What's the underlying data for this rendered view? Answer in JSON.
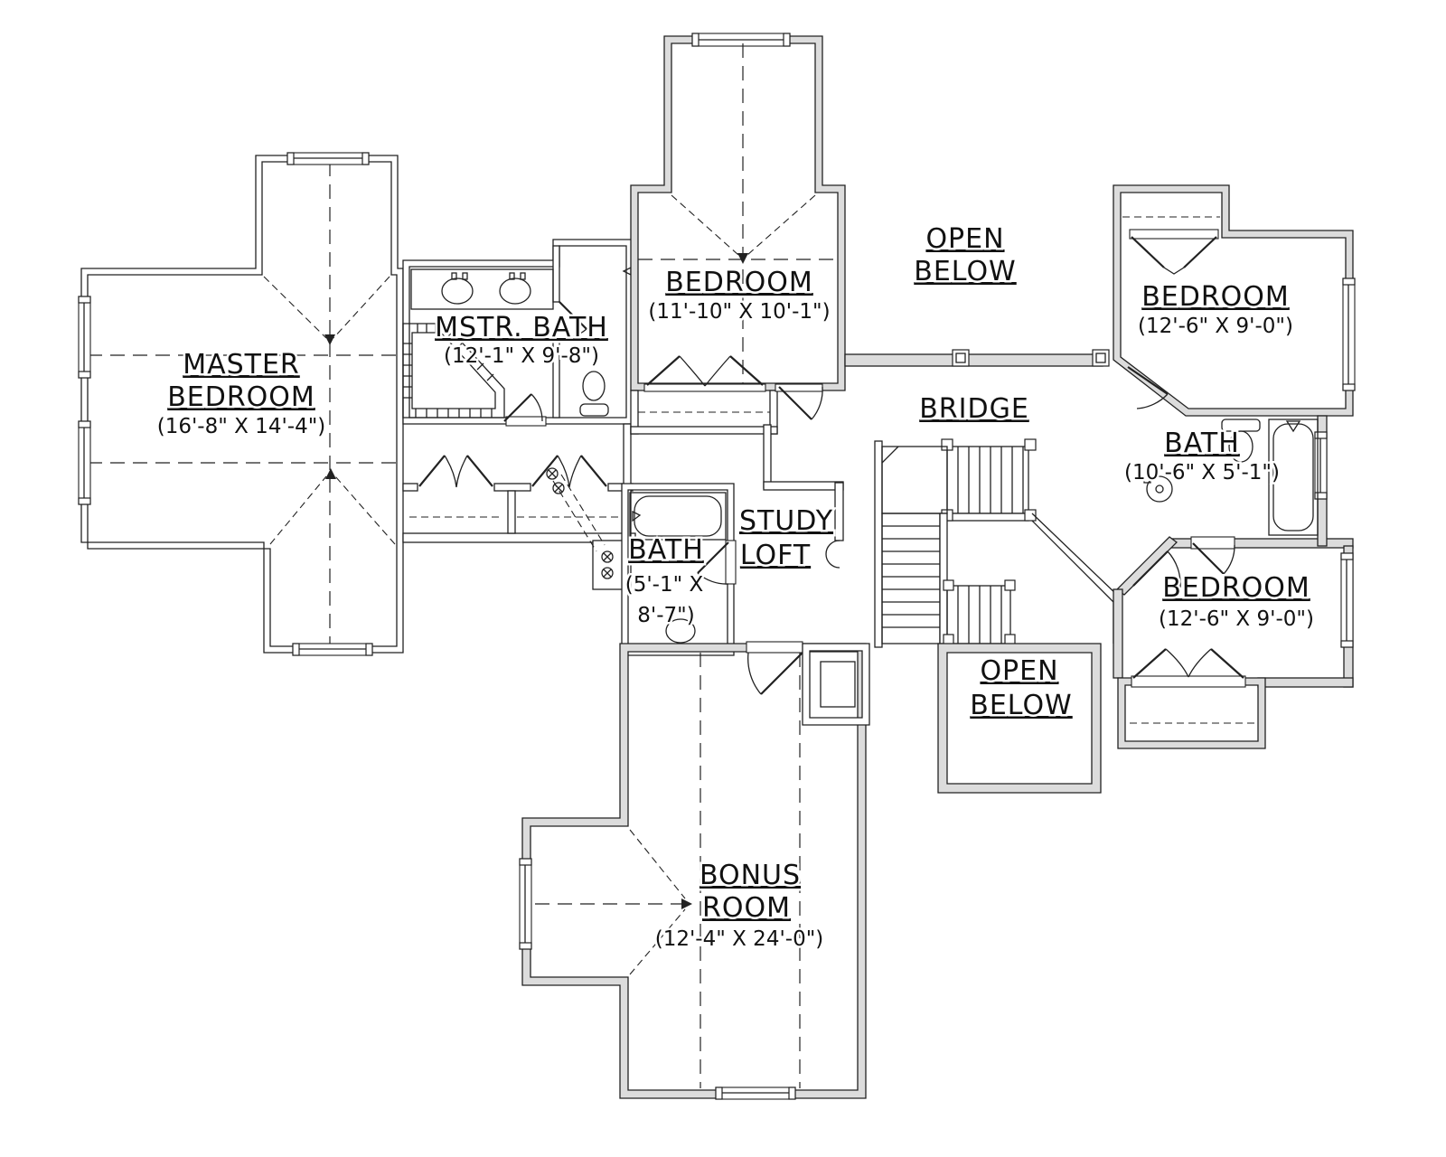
{
  "colors": {
    "background": "#ffffff",
    "line": "#222222",
    "wall_fill": "#dcdcdc"
  },
  "rooms": {
    "master_bedroom": {
      "name_line1": "MASTER",
      "name_line2": "BEDROOM",
      "dims": "(16'-8\" X 14'-4\")"
    },
    "master_bath": {
      "name": "MSTR. BATH",
      "dims": "(12'-1\" X 9'-8\")"
    },
    "bedroom_top": {
      "name": "BEDROOM",
      "dims": "(11'-10\" X 10'-1\")"
    },
    "open_below_upper": {
      "name_line1": "OPEN",
      "name_line2": "BELOW"
    },
    "bedroom_right_top": {
      "name": "BEDROOM",
      "dims": "(12'-6\" X 9'-0\")"
    },
    "bridge": {
      "name": "BRIDGE"
    },
    "bath_right": {
      "name": "BATH",
      "dims": "(10'-6\" X 5'-1\")"
    },
    "study_loft": {
      "name_line1": "STUDY",
      "name_line2": "LOFT"
    },
    "bedroom_right_bottom": {
      "name": "BEDROOM",
      "dims": "(12'-6\" X 9'-0\")"
    },
    "bath_center": {
      "name": "BATH",
      "dims_line1": "(5'-1\" X",
      "dims_line2": "8'-7\")"
    },
    "open_below_lower": {
      "name_line1": "OPEN",
      "name_line2": "BELOW"
    },
    "bonus_room": {
      "name_line1": "BONUS",
      "name_line2": "ROOM",
      "dims": "(12'-4\" X 24'-0\")"
    }
  }
}
